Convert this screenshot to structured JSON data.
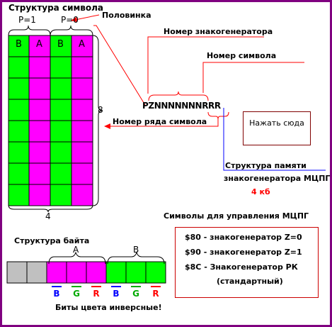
{
  "labels": {
    "symbol_structure": "Структура символа",
    "p1": "P=1",
    "p0": "P=0",
    "half": "Половинка",
    "cg_number": "Номер знакогенератора",
    "symbol_number": "Номер символа",
    "code": "PZNNNNNNNRRR",
    "row_number": "Номер ряда символа",
    "eight": "8",
    "four": "4",
    "memory_title": "Структура памяти",
    "memory_sub": "знакогенератора МЦПГ",
    "memory_size": "4 кб",
    "ctrl_title": "Символы для управления МЦПГ",
    "byte_structure": "Структура байта",
    "byte_a": "A",
    "byte_b": "B",
    "bits_note": "Биты цвета инверсные!"
  },
  "grid": {
    "header_letters": [
      "B",
      "A",
      "B",
      "A"
    ],
    "column_colors": [
      "#00ff00",
      "#ff00ff",
      "#00ff00",
      "#ff00ff"
    ],
    "rows": 8
  },
  "click_button": {
    "label": "Нажать сюда"
  },
  "control_lines": [
    "$80 - знакогенератор Z=0",
    "$90 - знакогенератор Z=1",
    "$8C - Знакогенератор РК",
    "(стандартный)"
  ],
  "byte": {
    "cell_colors": [
      "#c0c0c0",
      "#c0c0c0",
      "#ff00ff",
      "#ff00ff",
      "#ff00ff",
      "#00ff00",
      "#00ff00",
      "#00ff00"
    ],
    "bit_labels": [
      "B",
      "G",
      "R",
      "B",
      "G",
      "R"
    ],
    "bit_colors": [
      "#0000ff",
      "#00aa00",
      "#ff0000",
      "#0000ff",
      "#00aa00",
      "#ff0000"
    ]
  },
  "colors": {
    "frame": "#800080",
    "magenta": "#ff00ff",
    "green": "#00ff00",
    "gray": "#c0c0c0"
  }
}
